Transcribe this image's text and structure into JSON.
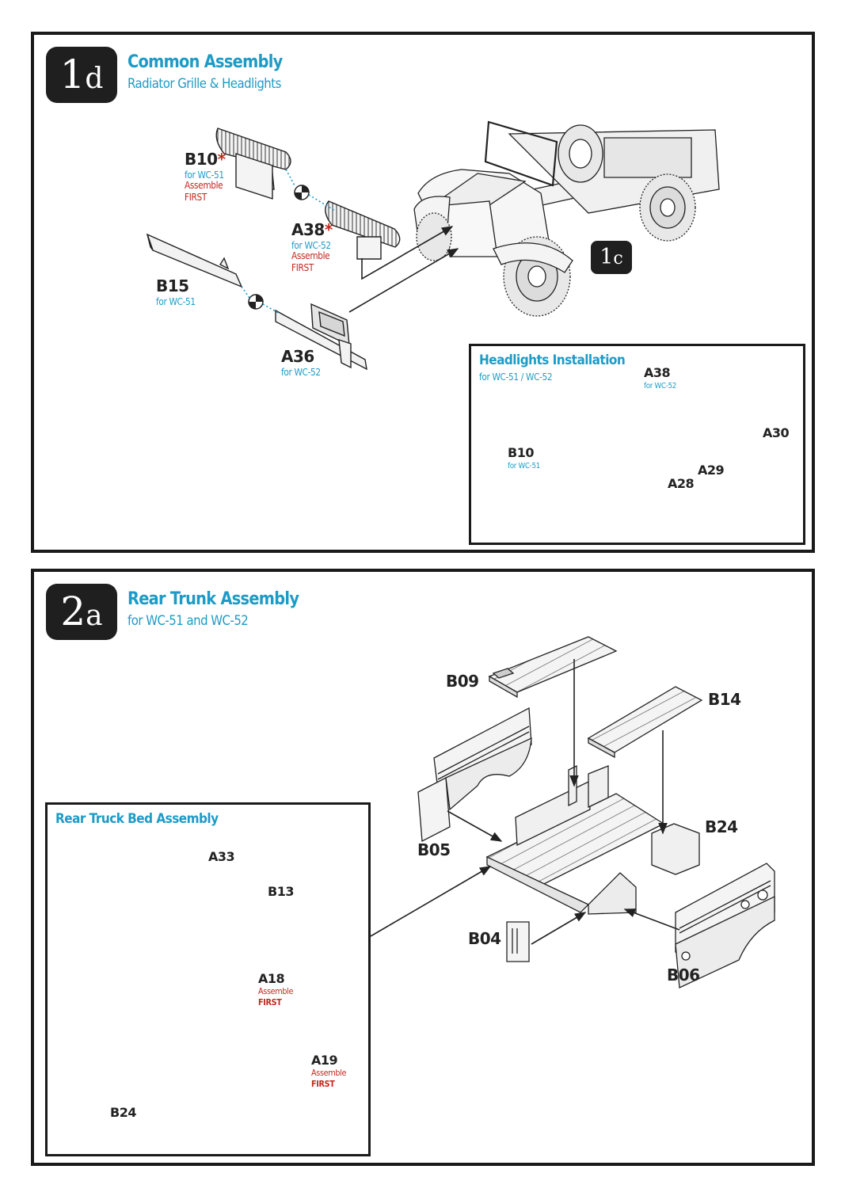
{
  "step_1d": {
    "badge_number": "1",
    "badge_letter": "d",
    "title": "Common Assembly",
    "subtitle": "Radiator Grille & Headlights",
    "ref_badge_number": "1",
    "ref_badge_letter": "c",
    "parts": {
      "b10": {
        "code": "B10",
        "star": "*",
        "variant": "for WC-51",
        "note_line1": "Assemble",
        "note_line2": "FIRST"
      },
      "a38": {
        "code": "A38",
        "star": "*",
        "variant": "for WC-52",
        "note_line1": "Assemble",
        "note_line2": "FIRST"
      },
      "b15": {
        "code": "B15",
        "variant": "for WC-51"
      },
      "a36": {
        "code": "A36",
        "variant": "for WC-52"
      }
    },
    "headlights_inset": {
      "title": "Headlights Installation",
      "subtitle": "for WC-51 / WC-52",
      "a38": {
        "code": "A38",
        "variant": "for WC-52"
      },
      "b10": {
        "code": "B10",
        "variant": "for WC-51"
      },
      "a30": "A30",
      "a29": "A29",
      "a28": "A28"
    }
  },
  "step_2a": {
    "badge_number": "2",
    "badge_letter": "a",
    "title": "Rear Trunk Assembly",
    "subtitle": "for WC-51 and WC-52",
    "parts": {
      "b09": "B09",
      "b14": "B14",
      "b24": "B24",
      "b05": "B05",
      "b04": "B04",
      "b06": "B06"
    },
    "rear_bed_inset": {
      "title": "Rear Truck Bed Assembly",
      "a33": "A33",
      "b13": "B13",
      "a18": {
        "code": "A18",
        "note_line1": "Assemble",
        "note_line2": "FIRST"
      },
      "a19": {
        "code": "A19",
        "note_line1": "Assemble",
        "note_line2": "FIRST"
      },
      "b24": "B24"
    }
  },
  "colors": {
    "accent_blue": "#1d9bc6",
    "note_red": "#c2281e",
    "badge_black": "#1f1f1f",
    "part_fill": "#f2f2f2",
    "line": "#222222"
  }
}
